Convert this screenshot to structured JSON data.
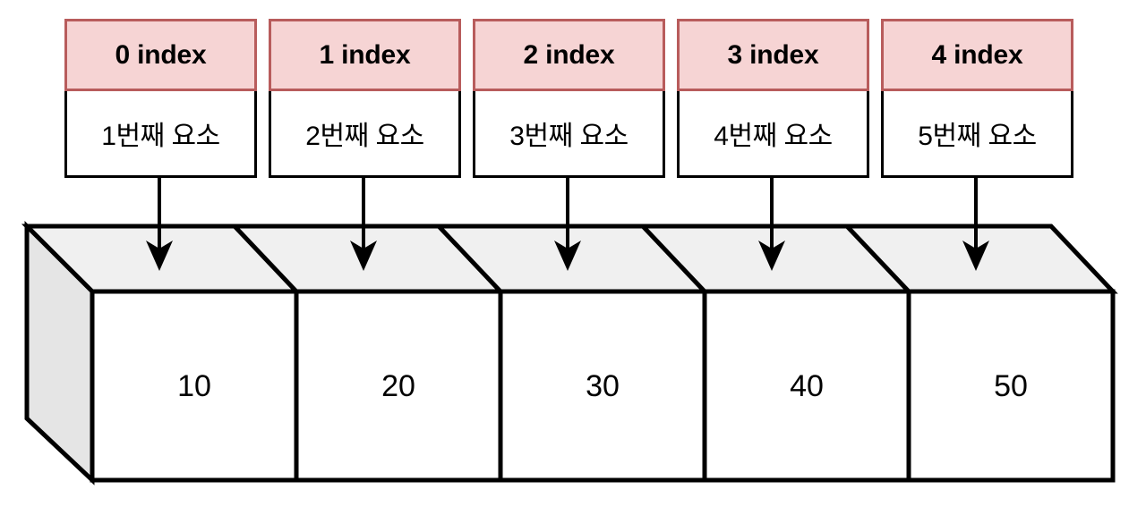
{
  "diagram": {
    "title": "Array index diagram",
    "colors": {
      "index_fill": "#f6d4d4",
      "index_border": "#b85c5c",
      "box_border": "#000000",
      "top_face": "#f0f0f0",
      "left_face": "#e5e5e5",
      "front_face": "#ffffff",
      "background": "#ffffff",
      "text": "#000000"
    },
    "columns": [
      {
        "index_label": "0 index",
        "element_label": "1번째 요소",
        "value": "10"
      },
      {
        "index_label": "1 index",
        "element_label": "2번째 요소",
        "value": "20"
      },
      {
        "index_label": "2 index",
        "element_label": "3번째 요소",
        "value": "30"
      },
      {
        "index_label": "3 index",
        "element_label": "4번째 요소",
        "value": "40"
      },
      {
        "index_label": "4 index",
        "element_label": "5번째 요소",
        "value": "50"
      }
    ],
    "icons": {
      "arrow": "down-arrow-icon"
    }
  }
}
